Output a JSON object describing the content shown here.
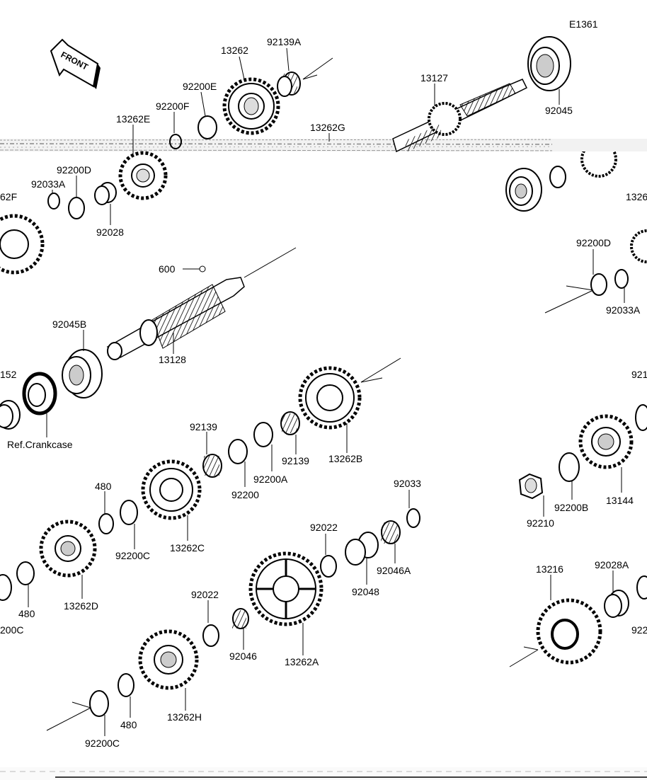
{
  "diagram_code": "E1361",
  "front_label": "FRONT",
  "labels": {
    "p13262": "13262",
    "p92139A": "92139A",
    "p92200E": "92200E",
    "p92200F": "92200F",
    "p13262E": "13262E",
    "p13262G": "13262G",
    "p13127": "13127",
    "p92045": "92045",
    "p92200D_l": "92200D",
    "p92033A_l": "92033A",
    "p62F": "62F",
    "p92028": "92028",
    "p600": "600",
    "p13128": "13128",
    "p92045B": "92045B",
    "p152": "152",
    "refCrankcase": "Ref.Crankcase",
    "p92200D_r": "92200D",
    "p92033A_r": "92033A",
    "p1326": "1326",
    "p92139_a": "92139",
    "p92139_b": "92139",
    "p92200": "92200",
    "p92200A": "92200A",
    "p13262B": "13262B",
    "p921": "921",
    "p480_a": "480",
    "p92200C_a": "92200C",
    "p13262C": "13262C",
    "p92033": "92033",
    "p92022_a": "92022",
    "p92048": "92048",
    "p92046A": "92046A",
    "p92210": "92210",
    "p92200B": "92200B",
    "p13144": "13144",
    "p13262D": "13262D",
    "p480_b": "480",
    "p200C": "200C",
    "p92022_b": "92022",
    "p92046": "92046",
    "p13262A": "13262A",
    "p13216": "13216",
    "p92028A": "92028A",
    "p922": "922",
    "p13262H": "13262H",
    "p480_c": "480",
    "p92200C_b": "92200C"
  }
}
